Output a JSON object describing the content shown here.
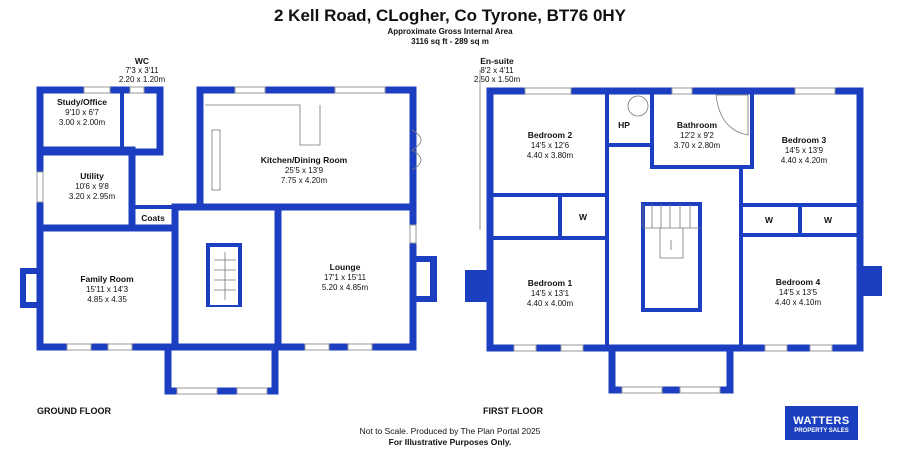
{
  "header": {
    "title": "2 Kell Road, CLogher, Co Tyrone, BT76 0HY",
    "subtitle": "Approximate Gross Internal Area",
    "area": "3116 sq ft - 289 sq m"
  },
  "ground_floor": {
    "label": "GROUND FLOOR",
    "rooms": {
      "wc": {
        "name": "WC",
        "imperial": "7'3 x 3'11",
        "metric": "2.20 x 1.20m"
      },
      "study": {
        "name": "Study/Office",
        "imperial": "9'10 x 6'7",
        "metric": "3.00 x 2.00m"
      },
      "kitchen": {
        "name": "Kitchen/Dining Room",
        "imperial": "25'5 x 13'9",
        "metric": "7.75 x 4.20m"
      },
      "utility": {
        "name": "Utility",
        "imperial": "10'6 x 9'8",
        "metric": "3.20 x 2.95m"
      },
      "coats": {
        "name": "Coats"
      },
      "family": {
        "name": "Family Room",
        "imperial": "15'11 x 14'3",
        "metric": "4.85 x 4.35"
      },
      "lounge": {
        "name": "Lounge",
        "imperial": "17'1 x 15'11",
        "metric": "5.20 x 4.85m"
      }
    }
  },
  "first_floor": {
    "label": "FIRST FLOOR",
    "rooms": {
      "ensuite": {
        "name": "En-suite",
        "imperial": "8'2 x 4'11",
        "metric": "2.50 x 1.50m"
      },
      "bed2": {
        "name": "Bedroom 2",
        "imperial": "14'5 x 12'6",
        "metric": "4.40 x 3.80m"
      },
      "hp": {
        "name": "HP"
      },
      "bathroom": {
        "name": "Bathroom",
        "imperial": "12'2 x 9'2",
        "metric": "3.70 x 2.80m"
      },
      "bed3": {
        "name": "Bedroom 3",
        "imperial": "14'5 x 13'9",
        "metric": "4.40 x 4.20m"
      },
      "bed1": {
        "name": "Bedroom 1",
        "imperial": "14'5 x 13'1",
        "metric": "4.40 x 4.00m"
      },
      "bed4": {
        "name": "Bedroom 4",
        "imperial": "14'5 x 13'5",
        "metric": "4.40 x 4.10m"
      },
      "wardrobe": "W"
    }
  },
  "footer": {
    "line1": "Not to Scale. Produced by The Plan Portal 2025",
    "line2": "For Illustrative Purposes Only."
  },
  "logo": {
    "name": "WATTERS",
    "tagline": "PROPERTY SALES"
  },
  "colors": {
    "wall": "#1b3fc0"
  }
}
